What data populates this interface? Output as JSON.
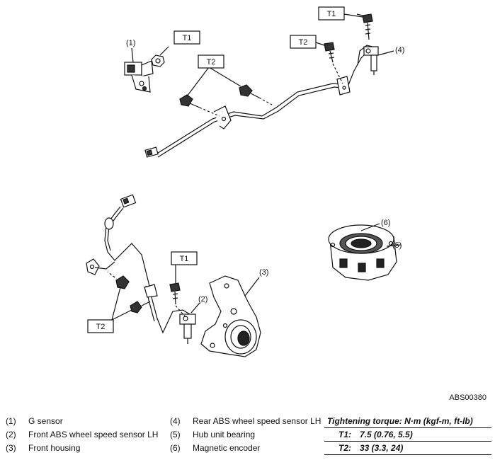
{
  "figure_code": "ABS00380",
  "callouts": {
    "c1": "(1)",
    "c2": "(2)",
    "c3": "(3)",
    "c4": "(4)",
    "c5": "(5)",
    "c6": "(6)"
  },
  "torque_labels": {
    "t1": "T1",
    "t2": "T2"
  },
  "legend": {
    "col1": [
      {
        "num": "(1)",
        "label": "G sensor"
      },
      {
        "num": "(2)",
        "label": "Front ABS wheel speed sensor LH"
      },
      {
        "num": "(3)",
        "label": "Front housing"
      }
    ],
    "col2": [
      {
        "num": "(4)",
        "label": "Rear ABS wheel speed sensor LH"
      },
      {
        "num": "(5)",
        "label": "Hub unit bearing"
      },
      {
        "num": "(6)",
        "label": "Magnetic encoder"
      }
    ]
  },
  "torque": {
    "header": "Tightening torque: N·m (kgf-m, ft-lb)",
    "rows": [
      {
        "key": "T1:",
        "value": "7.5 (0.76, 5.5)"
      },
      {
        "key": "T2:",
        "value": "33 (3.3, 24)"
      }
    ]
  }
}
